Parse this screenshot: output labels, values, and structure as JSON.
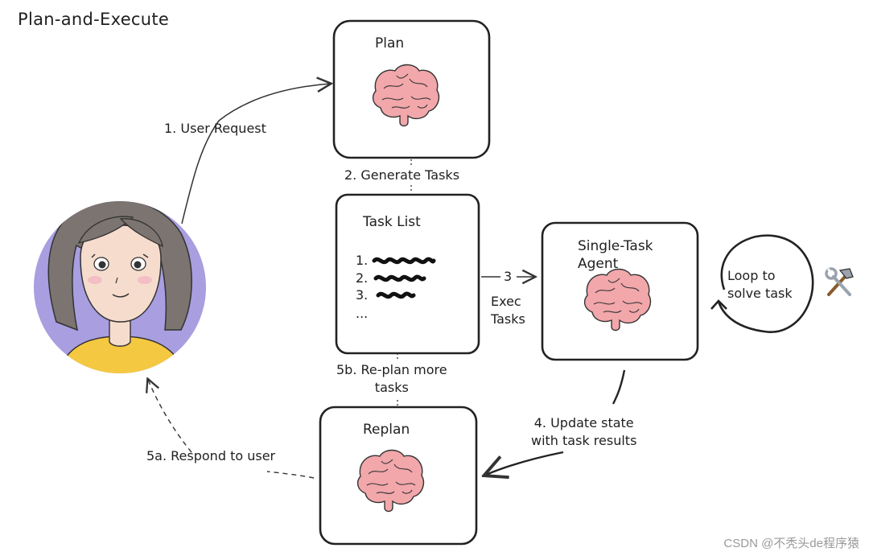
{
  "title": "Plan-and-Execute",
  "boxes": {
    "plan": "Plan",
    "task_list": "Task List",
    "single_task_agent": "Single-Task\nAgent",
    "replan": "Replan"
  },
  "task_items": [
    "1.",
    "2.",
    "3.",
    "..."
  ],
  "edges": {
    "user_request": "1. User Request",
    "generate_tasks": "2. Generate Tasks",
    "exec_num": "3",
    "exec_tasks": "Exec\nTasks",
    "loop": "Loop to\nsolve task",
    "update_state": "4. Update state\nwith task results",
    "replan_more": "5b. Re-plan more\ntasks",
    "respond": "5a. Respond to user"
  },
  "watermark": "CSDN @不秃头de程序猿",
  "colors": {
    "avatar_bg": "#a99ee0",
    "hair": "#7b7470",
    "skin": "#f6dccd",
    "shirt": "#f5c842",
    "brain": "#f2a7ab"
  }
}
